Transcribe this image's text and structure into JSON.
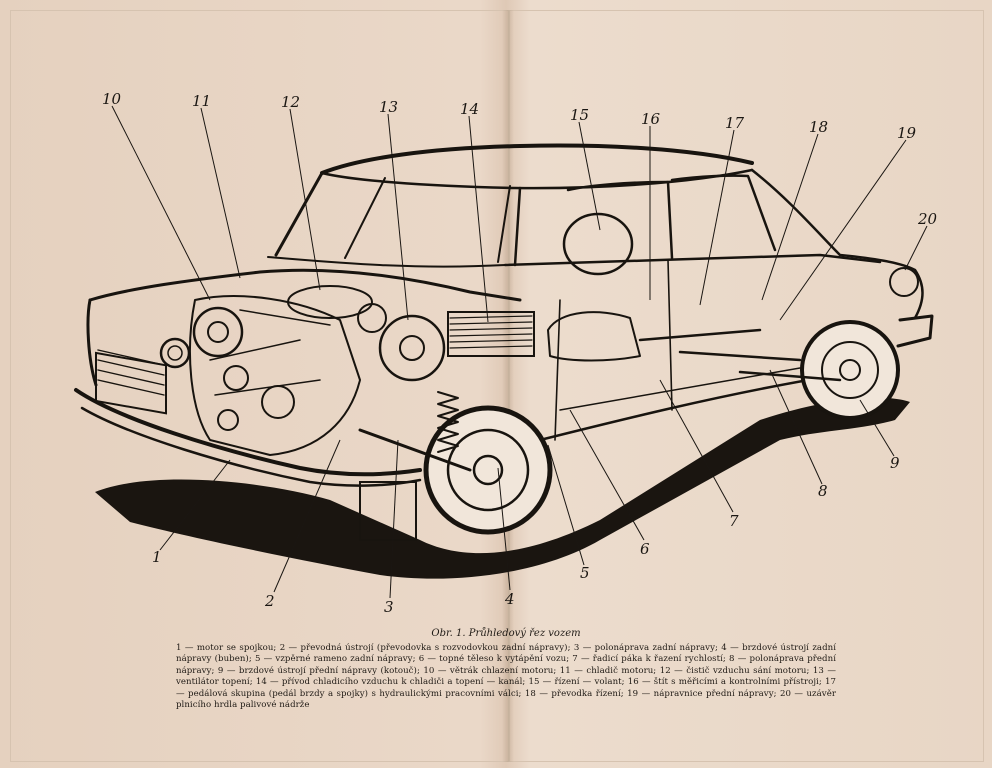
{
  "figure": {
    "callout_labels": [
      "1",
      "2",
      "3",
      "4",
      "5",
      "6",
      "7",
      "8",
      "9",
      "10",
      "11",
      "12",
      "13",
      "14",
      "15",
      "16",
      "17",
      "18",
      "19",
      "20"
    ]
  },
  "caption": {
    "title": "Obr. 1. Průhledový řez vozem",
    "text": "1 — motor se spojkou; 2 — převodná ústrojí (převodovka s rozvodovkou zadní nápravy); 3 — polonáprava zadní nápravy; 4 — brzdové ústrojí zadní nápravy (buben); 5 — vzpěrné rameno zadní nápravy; 6 — topné těleso k vytápění vozu; 7 — řadicí páka k řazení rychlostí; 8 — polonáprava přední nápravy; 9 — brzdové ústrojí přední nápravy (kotouč); 10 — větrák chlazení motoru; 11 — chladič motoru; 12 — čistič vzduchu sání motoru; 13 — ventilátor topení; 14 — přívod chladicího vzduchu k chladiči a topení — kanál; 15 — řízení — volant; 16 — štít s měřicími a kontrolními přístroji; 17 — pedálová skupina (pedál brzdy a spojky) s hydraulickými pracovními válci; 18 — převodka řízení; 19 — nápravnice přední nápravy; 20 — uzávěr plnicího hrdla palivové nádrže"
  }
}
